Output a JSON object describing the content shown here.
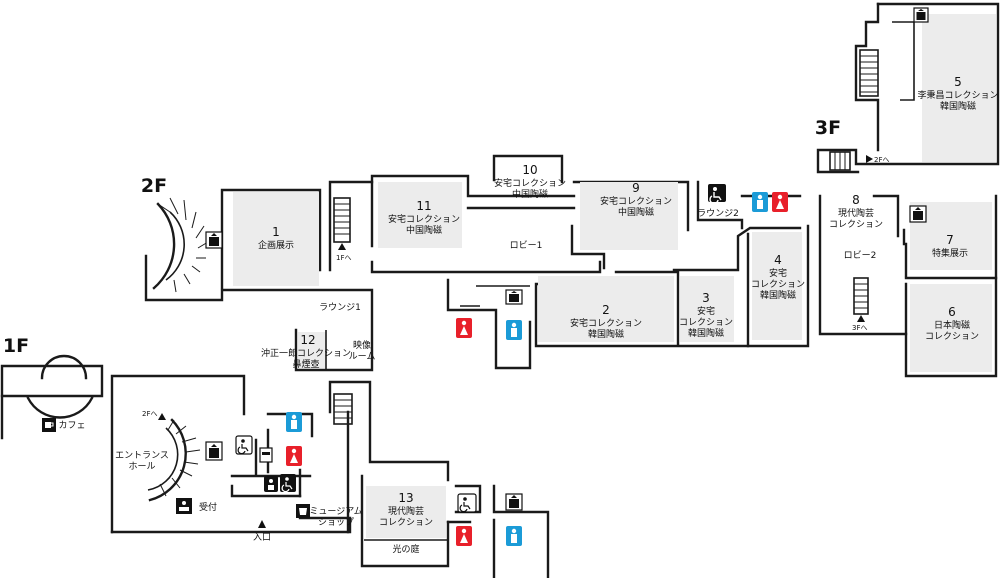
{
  "floors": {
    "f1": "1F",
    "f2": "2F",
    "f3": "3F"
  },
  "rooms": [
    {
      "id": "r1",
      "num": "1",
      "name": [
        "企画展示"
      ]
    },
    {
      "id": "r2",
      "num": "2",
      "name": [
        "安宅コレクション",
        "韓国陶磁"
      ]
    },
    {
      "id": "r3",
      "num": "3",
      "name": [
        "安宅",
        "コレクション",
        "韓国陶磁"
      ]
    },
    {
      "id": "r4",
      "num": "4",
      "name": [
        "安宅",
        "コレクション",
        "韓国陶磁"
      ]
    },
    {
      "id": "r5",
      "num": "5",
      "name": [
        "李秉昌コレクション",
        "韓国陶磁"
      ]
    },
    {
      "id": "r6",
      "num": "6",
      "name": [
        "日本陶磁",
        "コレクション"
      ]
    },
    {
      "id": "r7",
      "num": "7",
      "name": [
        "特集展示"
      ]
    },
    {
      "id": "r8",
      "num": "8",
      "name": [
        "現代陶芸",
        "コレクション"
      ]
    },
    {
      "id": "r9",
      "num": "9",
      "name": [
        "安宅コレクション",
        "中国陶磁"
      ]
    },
    {
      "id": "r10",
      "num": "10",
      "name": [
        "安宅コレクション",
        "中国陶磁"
      ]
    },
    {
      "id": "r11",
      "num": "11",
      "name": [
        "安宅コレクション",
        "中国陶磁"
      ]
    },
    {
      "id": "r12",
      "num": "12",
      "name": [
        "沖正一郎コレクション",
        "鼻煙壺"
      ]
    },
    {
      "id": "r13",
      "num": "13",
      "name": [
        "現代陶芸",
        "コレクション"
      ]
    }
  ],
  "areas": {
    "lobby1": "ロビー1",
    "lobby2": "ロビー2",
    "lounge1": "ラウンジ1",
    "lounge2": "ラウンジ2",
    "video_room": [
      "映像",
      "ルーム"
    ],
    "cafe": "カフェ",
    "entrance_hall": [
      "エントランス",
      "ホール"
    ],
    "reception": "受付",
    "museum_shop": [
      "ミュージアム",
      "ショップ"
    ],
    "courtyard": "光の庭",
    "entrance": "入口"
  },
  "stair_labels": {
    "to1f": "1Fへ",
    "to2f_1f": "2Fへ",
    "to3f": "3Fへ",
    "to2f_3f": "2Fへ"
  },
  "colors": {
    "male": "#1b9bd7",
    "female": "#e8202a",
    "room_fill": "#ececec",
    "wall": "#1a1a1a"
  },
  "icons": [
    "elevator-icon",
    "male-restroom-icon",
    "female-restroom-icon",
    "accessible-restroom-icon",
    "cafe-icon",
    "reception-icon",
    "shop-icon",
    "locker-icon",
    "nursing-room-icon"
  ]
}
